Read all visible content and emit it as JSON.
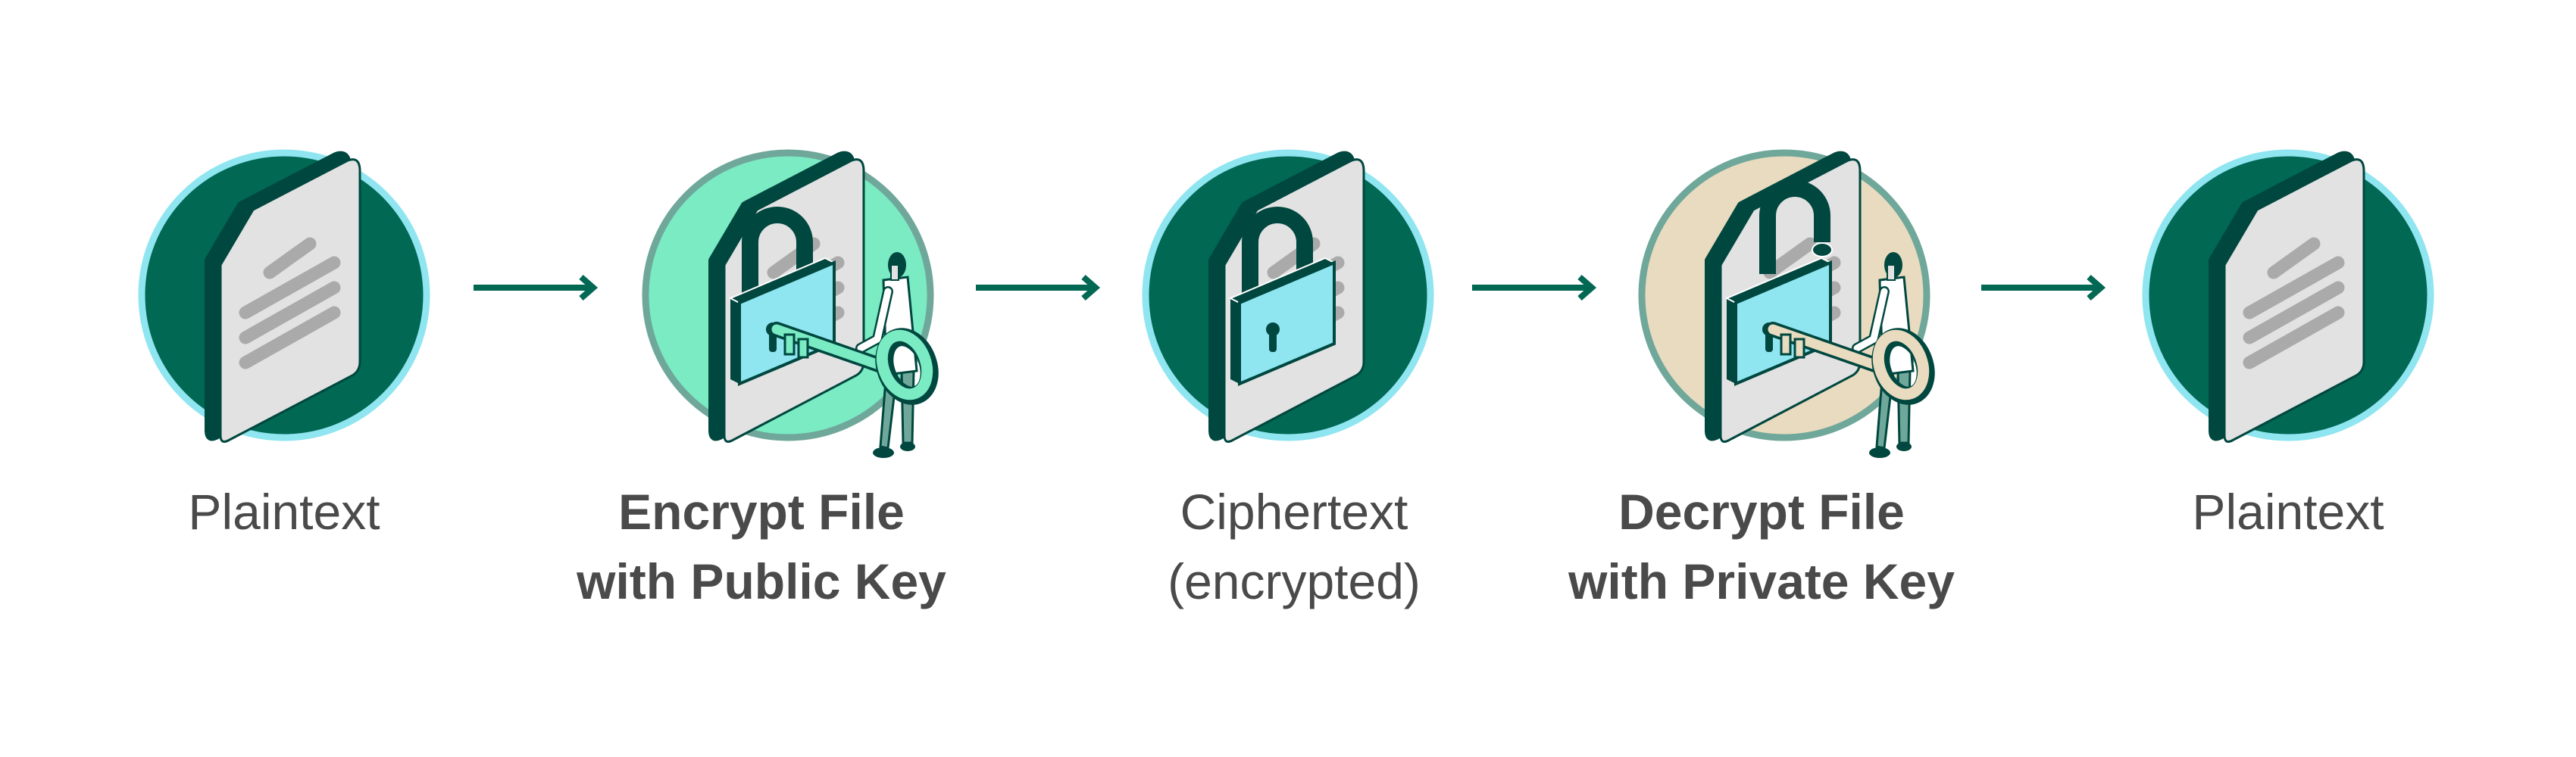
{
  "colors": {
    "dark_green": "#006853",
    "deep_green": "#00473f",
    "light_cyan": "#8fe5f0",
    "mint": "#7aebc3",
    "sage": "#6fa89a",
    "beige": "#e9dbbf",
    "paper": "#e2e2e2",
    "paper_lines": "#aaaaaa",
    "text": "#4a4a4a"
  },
  "steps": [
    {
      "lines": [
        "Plaintext"
      ],
      "icon": "document-icon"
    },
    {
      "lines": [
        "Encrypt File",
        "with Public Key"
      ],
      "icon": "encrypt-with-key-icon"
    },
    {
      "lines": [
        "Ciphertext",
        "(encrypted)"
      ],
      "icon": "locked-document-icon"
    },
    {
      "lines": [
        "Decrypt File",
        "with Private Key"
      ],
      "icon": "decrypt-with-key-icon"
    },
    {
      "lines": [
        "Plaintext"
      ],
      "icon": "document-icon"
    }
  ],
  "arrows": [
    "arrow-right-icon",
    "arrow-right-icon",
    "arrow-right-icon",
    "arrow-right-icon"
  ]
}
